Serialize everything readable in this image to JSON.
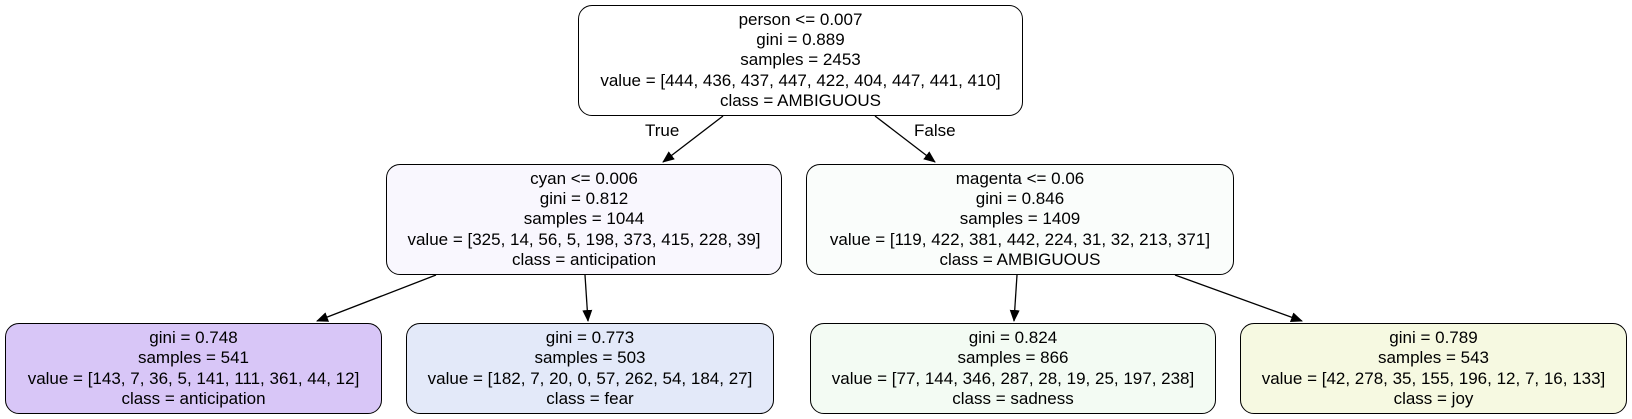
{
  "nodes": [
    {
      "id": "node-0",
      "split": "person <= 0.007",
      "gini": "gini = 0.889",
      "samples": "samples = 2453",
      "value": "value = [444, 436, 437, 447, 422, 404, 447, 441, 410]",
      "class": "class = AMBIGUOUS",
      "fill": "#ffffff"
    },
    {
      "id": "node-1",
      "split": "cyan <= 0.006",
      "gini": "gini = 0.812",
      "samples": "samples = 1044",
      "value": "value = [325, 14, 56, 5, 198, 373, 415, 228, 39]",
      "class": "class = anticipation",
      "fill": "#f9f7fe"
    },
    {
      "id": "node-2",
      "gini": "gini = 0.748",
      "samples": "samples = 541",
      "value": "value = [143, 7, 36, 5, 141, 111, 361, 44, 12]",
      "class": "class = anticipation",
      "fill": "#d8c6f7"
    },
    {
      "id": "node-3",
      "gini": "gini = 0.773",
      "samples": "samples = 503",
      "value": "value = [182, 7, 20, 0, 57, 262, 54, 184, 27]",
      "class": "class = fear",
      "fill": "#e3e9f9"
    },
    {
      "id": "node-4",
      "split": "magenta <= 0.06",
      "gini": "gini = 0.846",
      "samples": "samples = 1409",
      "value": "value = [119, 422, 381, 442, 224, 31, 32, 213, 371]",
      "class": "class = AMBIGUOUS",
      "fill": "#fafdfb"
    },
    {
      "id": "node-5",
      "gini": "gini = 0.824",
      "samples": "samples = 866",
      "value": "value = [77, 144, 346, 287, 28, 19, 25, 197, 238]",
      "class": "class = sadness",
      "fill": "#f3fbf3"
    },
    {
      "id": "node-6",
      "gini": "gini = 0.789",
      "samples": "samples = 543",
      "value": "value = [42, 278, 35, 155, 196, 12, 7, 16, 133]",
      "class": "class = joy",
      "fill": "#f6f9e1"
    }
  ],
  "edges": [
    {
      "from": "node-0",
      "to": "node-1",
      "label": "True"
    },
    {
      "from": "node-0",
      "to": "node-4",
      "label": "False"
    },
    {
      "from": "node-1",
      "to": "node-2"
    },
    {
      "from": "node-1",
      "to": "node-3"
    },
    {
      "from": "node-4",
      "to": "node-5"
    },
    {
      "from": "node-4",
      "to": "node-6"
    }
  ],
  "colors": {
    "border": "#000000",
    "text": "#000000",
    "edge": "#000000"
  }
}
